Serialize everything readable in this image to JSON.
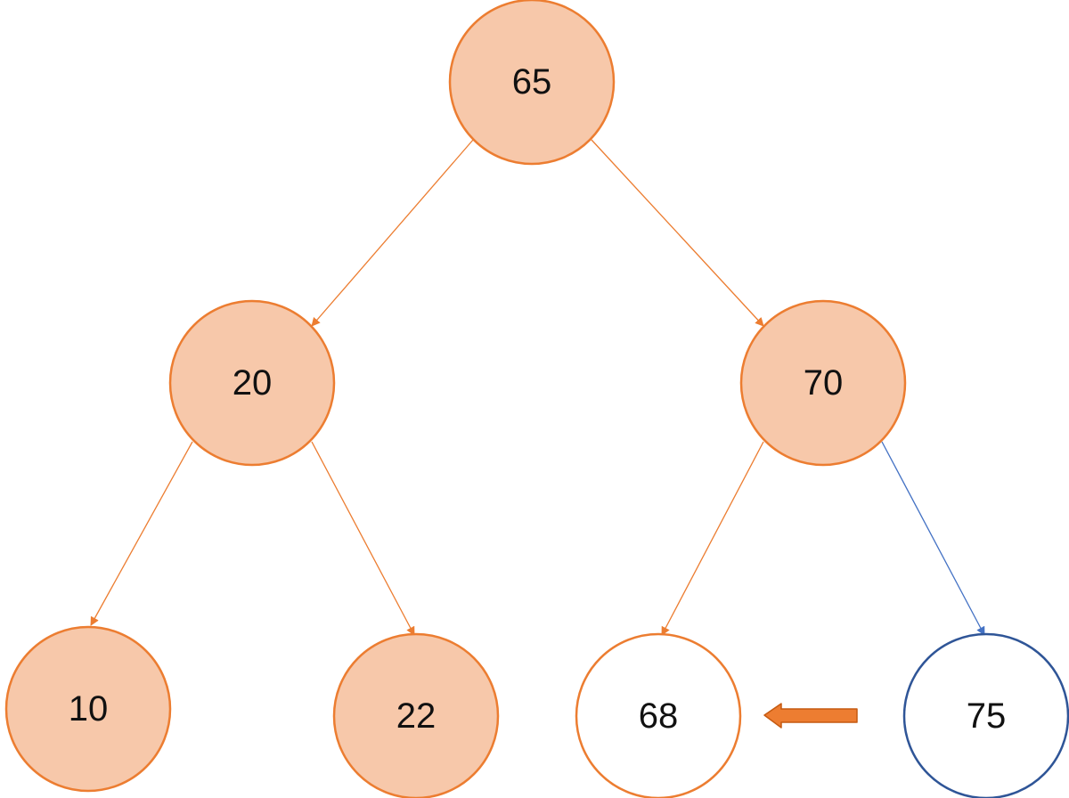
{
  "diagram": {
    "type": "binary-search-tree",
    "colors": {
      "filled_node": "#f7c8aa",
      "orange_stroke": "#ec7d31",
      "blue_stroke": "#2f5597",
      "blue_edge": "#4472c4",
      "plain_fill": "#ffffff"
    },
    "nodes": [
      {
        "id": "n65",
        "label": "65",
        "style": "filled"
      },
      {
        "id": "n20",
        "label": "20",
        "style": "filled"
      },
      {
        "id": "n70",
        "label": "70",
        "style": "filled"
      },
      {
        "id": "n10",
        "label": "10",
        "style": "filled"
      },
      {
        "id": "n22",
        "label": "22",
        "style": "filled"
      },
      {
        "id": "n68",
        "label": "68",
        "style": "outline-orange"
      },
      {
        "id": "n75",
        "label": "75",
        "style": "outline-blue"
      }
    ],
    "edges": [
      {
        "from": "n65",
        "to": "n20",
        "color": "orange"
      },
      {
        "from": "n65",
        "to": "n70",
        "color": "orange"
      },
      {
        "from": "n20",
        "to": "n10",
        "color": "orange"
      },
      {
        "from": "n20",
        "to": "n22",
        "color": "orange"
      },
      {
        "from": "n70",
        "to": "n68",
        "color": "orange"
      },
      {
        "from": "n70",
        "to": "n75",
        "color": "blue"
      }
    ],
    "block_arrow": {
      "from": "n75",
      "to": "n68",
      "color": "orange"
    }
  }
}
